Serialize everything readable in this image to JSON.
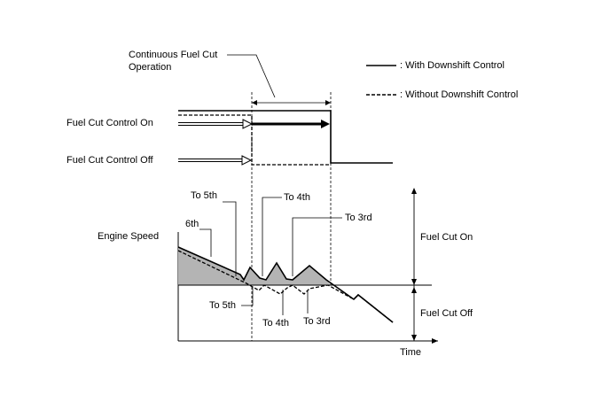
{
  "labels": {
    "continuous_cut_line1": "Continuous Fuel Cut",
    "continuous_cut_line2": "Operation",
    "fuel_cut_control_on": "Fuel Cut Control On",
    "fuel_cut_control_off": "Fuel Cut Control Off",
    "engine_speed": "Engine Speed",
    "time": "Time",
    "fuel_cut_on": "Fuel Cut On",
    "fuel_cut_off": "Fuel Cut Off"
  },
  "legend": {
    "with_downshift": ": With Downshift Control",
    "without_downshift": ": Without Downshift Control"
  },
  "gear_labels": {
    "sixth": "6th",
    "to_5th_upper": "To 5th",
    "to_4th_upper": "To 4th",
    "to_3rd_upper": "To 3rd",
    "to_5th_lower": "To 5th",
    "to_4th_lower": "To 4th",
    "to_3rd_lower": "To 3rd"
  },
  "colors": {
    "shaded_region": "#b4b4b4",
    "line": "#000000"
  }
}
